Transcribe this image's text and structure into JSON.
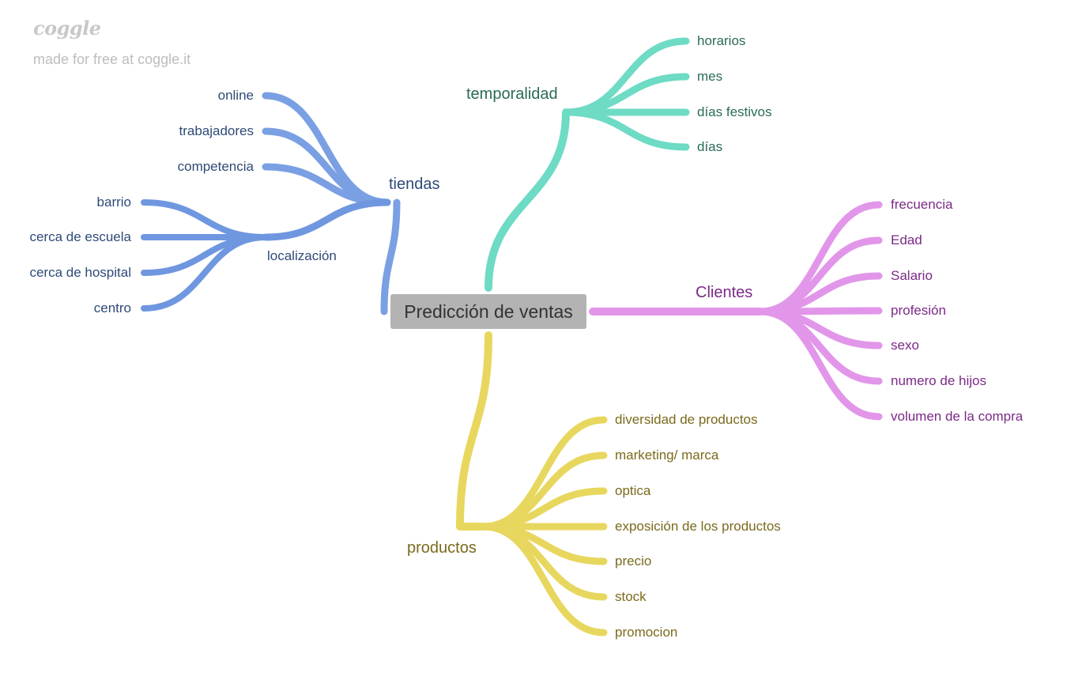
{
  "watermark": {
    "logo": "coggle",
    "text": "made for free at coggle.it"
  },
  "mindmap": {
    "root": "Predicción de ventas",
    "branches": {
      "tiendas": {
        "label": "tiendas",
        "color": "#7aa0e3",
        "text_color": "#2f4a77",
        "children": [
          "online",
          "trabajadores",
          "competencia"
        ]
      },
      "localizacion": {
        "label": "localización",
        "color": "#6f97e0",
        "text_color": "#2f4a77",
        "children": [
          "barrio",
          "cerca de escuela",
          "cerca de hospital",
          "centro"
        ]
      },
      "temporalidad": {
        "label": "temporalidad",
        "color": "#6edbc4",
        "text_color": "#2a6b59",
        "children": [
          "horarios",
          "mes",
          "días festivos",
          "días"
        ]
      },
      "clientes": {
        "label": "Clientes",
        "color": "#e296ea",
        "text_color": "#7a2a86",
        "children": [
          "frecuencia",
          "Edad",
          "Salario",
          "profesión",
          "sexo",
          "numero de hijos",
          "volumen de la compra"
        ]
      },
      "productos": {
        "label": "productos",
        "color": "#e8d75e",
        "text_color": "#7a6a1c",
        "children": [
          "diversidad de productos",
          "marketing/ marca",
          "optica",
          "exposición de los productos",
          "precio",
          "stock",
          "promocion"
        ]
      }
    }
  }
}
